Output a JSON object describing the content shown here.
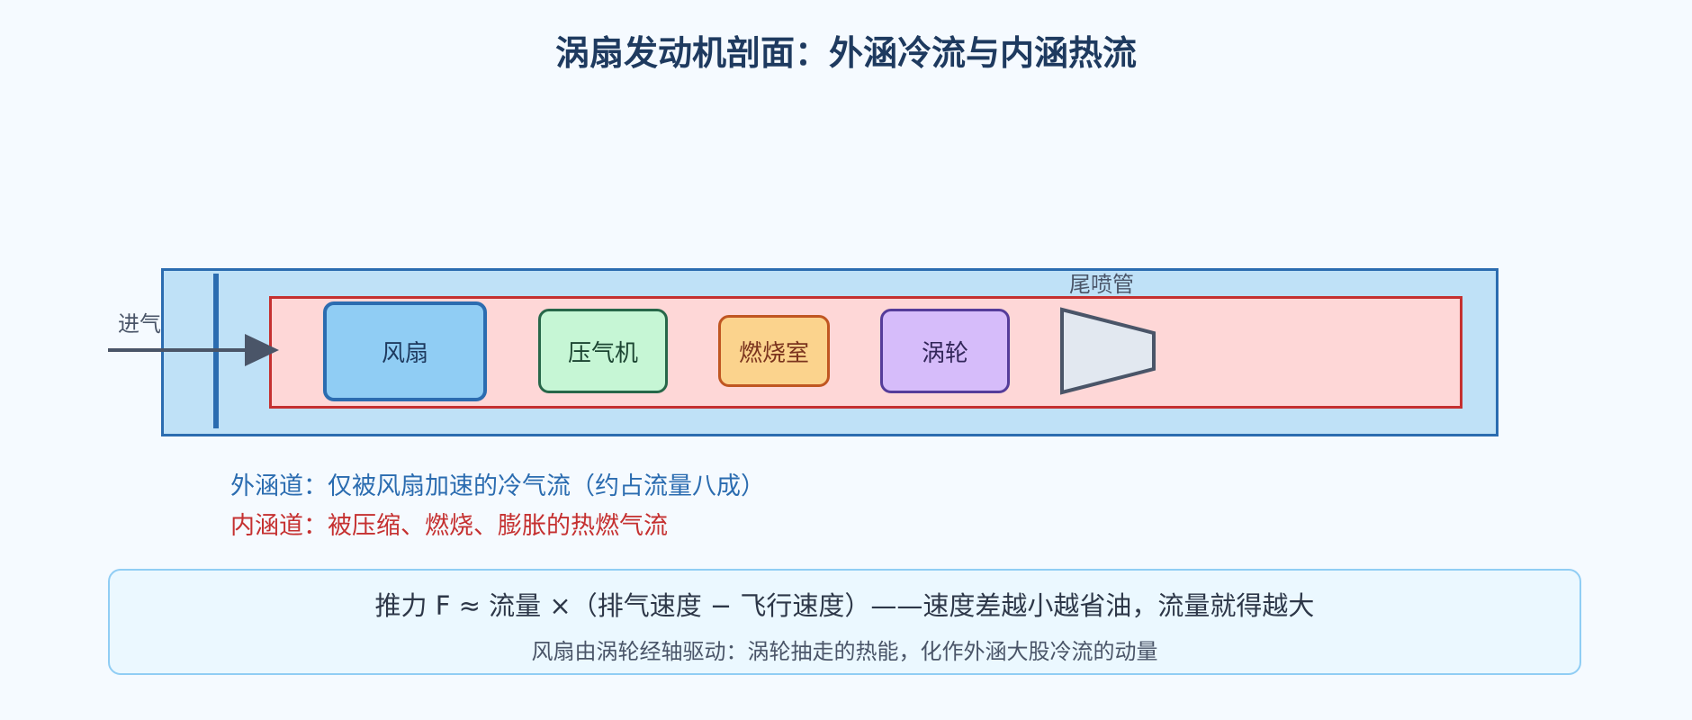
{
  "title": "涡扇发动机剖面：外涵冷流与内涵热流",
  "labels": {
    "intake": "进气",
    "nozzle": "尾喷管"
  },
  "components": {
    "fan": "风扇",
    "compressor": "压气机",
    "combustor": "燃烧室",
    "turbine": "涡轮"
  },
  "legend": {
    "bypass": "外涵道：仅被风扇加速的冷气流（约占流量八成）",
    "core": "内涵道：被压缩、燃烧、膨胀的热燃气流"
  },
  "formula": {
    "main": "推力 F ≈ 流量 ×（排气速度 − 飞行速度）——速度差越小越省油，流量就得越大",
    "sub": "风扇由涡轮经轴驱动：涡轮抽走的热能，化作外涵大股冷流的动量"
  },
  "colors": {
    "bypass": "#2b6cb0",
    "core": "#c53030",
    "fan": "#90cdf4",
    "compressor": "#c6f6d5",
    "combustor": "#fbd38d",
    "turbine": "#d6bcfa",
    "nozzle": "#e2e8f0"
  }
}
